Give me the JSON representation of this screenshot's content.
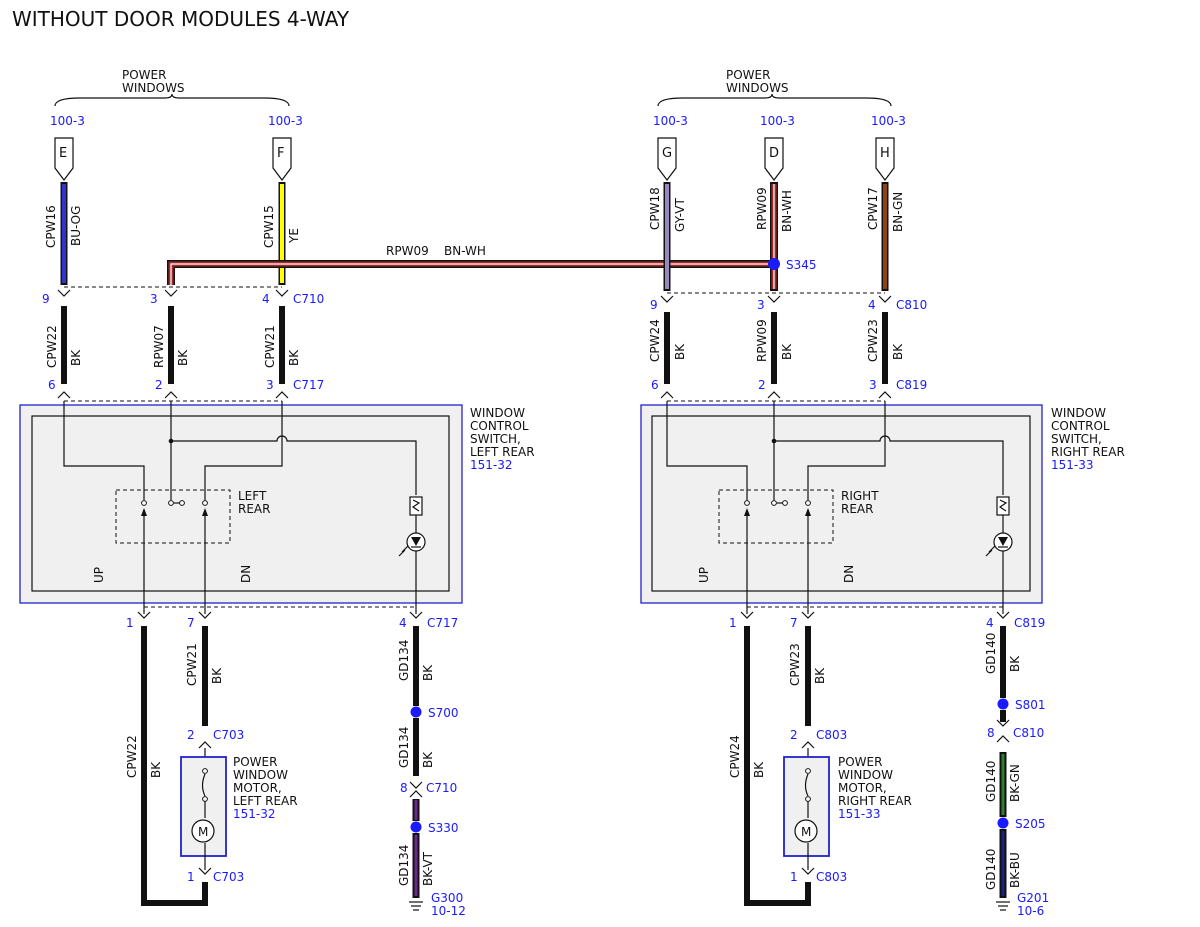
{
  "title": "WITHOUT DOOR MODULES 4-WAY",
  "colors": {
    "wire_bk": "#111111",
    "wire_bu_og": "#3333cc",
    "wire_ye": "#ffff00",
    "wire_gy_vt": "#9988bb",
    "wire_bn_wh": "#a52a2a",
    "wire_bn_gn": "#8b4513",
    "wire_bk_vt": "#6a2a8a",
    "wire_bk_gn": "#2e7d32",
    "wire_bk_bu": "#1a237e",
    "splice": "#1a1aff",
    "ref_text": "#1a1aff",
    "component_outline": "#2222cc"
  },
  "left": {
    "group_label_1": "POWER",
    "group_label_2": "WINDOWS",
    "connectors": [
      {
        "ref": "100-3",
        "letter": "E",
        "circuit": "CPW16",
        "color": "BU-OG"
      },
      {
        "ref": "100-3",
        "letter": "F",
        "circuit": "CPW15",
        "color": "YE"
      }
    ],
    "rpw_circuit": "RPW09",
    "rpw_color": "BN-WH",
    "c710": {
      "name": "C710",
      "pins": [
        "9",
        "3",
        "4"
      ]
    },
    "mid_wires": [
      {
        "circuit": "CPW22",
        "color": "BK"
      },
      {
        "circuit": "RPW07",
        "color": "BK"
      },
      {
        "circuit": "CPW21",
        "color": "BK"
      }
    ],
    "c717_top": {
      "name": "C717",
      "pins": [
        "6",
        "2",
        "3"
      ]
    },
    "switch": {
      "line1": "WINDOW",
      "line2": "CONTROL",
      "line3": "SWITCH,",
      "line4": "LEFT REAR",
      "ref": "151-32",
      "pos1": "LEFT",
      "pos2": "REAR",
      "up": "UP",
      "dn": "DN"
    },
    "bottom_pins": {
      "pin1": "1",
      "pin7": "7",
      "pin4": "4",
      "conn": "C717"
    },
    "cpw21_low": {
      "circuit": "CPW21",
      "color": "BK"
    },
    "motor_conn": {
      "pin2": "2",
      "pin1": "1",
      "name": "C703"
    },
    "motor": {
      "line1": "POWER",
      "line2": "WINDOW",
      "line3": "MOTOR,",
      "line4": "LEFT REAR",
      "ref": "151-32",
      "symbol": "M"
    },
    "cpw22_low": {
      "circuit": "CPW22",
      "color": "BK"
    },
    "ground_chain": {
      "w1": {
        "circuit": "GD134",
        "color": "BK"
      },
      "s1": "S700",
      "w2": {
        "circuit": "GD134",
        "color": "BK"
      },
      "pin8": "8",
      "c": "C710",
      "s2": "S330",
      "w3": {
        "circuit": "GD134",
        "color": "BK-VT"
      },
      "ground": "G300",
      "ground_ref": "10-12"
    }
  },
  "right": {
    "group_label_1": "POWER",
    "group_label_2": "WINDOWS",
    "connectors": [
      {
        "ref": "100-3",
        "letter": "G",
        "circuit": "CPW18",
        "color": "GY-VT"
      },
      {
        "ref": "100-3",
        "letter": "D",
        "circuit": "RPW09",
        "color": "BN-WH"
      },
      {
        "ref": "100-3",
        "letter": "H",
        "circuit": "CPW17",
        "color": "BN-GN"
      }
    ],
    "splice": "S345",
    "c810": {
      "name": "C810",
      "pins": [
        "9",
        "3",
        "4"
      ]
    },
    "mid_wires": [
      {
        "circuit": "CPW24",
        "color": "BK"
      },
      {
        "circuit": "RPW09",
        "color": "BK"
      },
      {
        "circuit": "CPW23",
        "color": "BK"
      }
    ],
    "c819_top": {
      "name": "C819",
      "pins": [
        "6",
        "2",
        "3"
      ]
    },
    "switch": {
      "line1": "WINDOW",
      "line2": "CONTROL",
      "line3": "SWITCH,",
      "line4": "RIGHT REAR",
      "ref": "151-33",
      "pos1": "RIGHT",
      "pos2": "REAR",
      "up": "UP",
      "dn": "DN"
    },
    "bottom_pins": {
      "pin1": "1",
      "pin7": "7",
      "pin4": "4",
      "conn": "C819"
    },
    "cpw23_low": {
      "circuit": "CPW23",
      "color": "BK"
    },
    "motor_conn": {
      "pin2": "2",
      "pin1": "1",
      "name": "C803"
    },
    "motor": {
      "line1": "POWER",
      "line2": "WINDOW",
      "line3": "MOTOR,",
      "line4": "RIGHT REAR",
      "ref": "151-33",
      "symbol": "M"
    },
    "cpw24_low": {
      "circuit": "CPW24",
      "color": "BK"
    },
    "ground_chain": {
      "w1": {
        "circuit": "GD140",
        "color": "BK"
      },
      "s1": "S801",
      "pin8": "8",
      "c": "C810",
      "w2": {
        "circuit": "GD140",
        "color": "BK-GN"
      },
      "s2": "S205",
      "w3": {
        "circuit": "GD140",
        "color": "BK-BU"
      },
      "ground": "G201",
      "ground_ref": "10-6"
    }
  }
}
